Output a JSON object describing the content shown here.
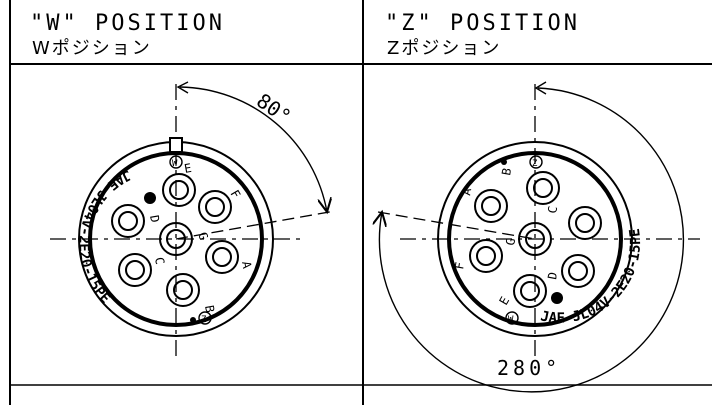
{
  "panels": [
    {
      "title": "\"W\" POSITION",
      "subtitle": "Wポジション",
      "angle_label": "80°",
      "connector_text_upper": "JAE JL04V-2E20-15PE",
      "contacts": [
        "A",
        "B",
        "C",
        "D",
        "E",
        "F",
        "G"
      ],
      "key_mark": "W",
      "marker_mark": "Z"
    },
    {
      "title": "\"Z\" POSITION",
      "subtitle": "Zポジション",
      "angle_label": "280°",
      "connector_text_upper": "JAE JL04V-2E20-15PE",
      "contacts": [
        "A",
        "B",
        "C",
        "D",
        "E",
        "F",
        "G"
      ],
      "key_mark": "W",
      "marker_mark": "Z"
    }
  ]
}
